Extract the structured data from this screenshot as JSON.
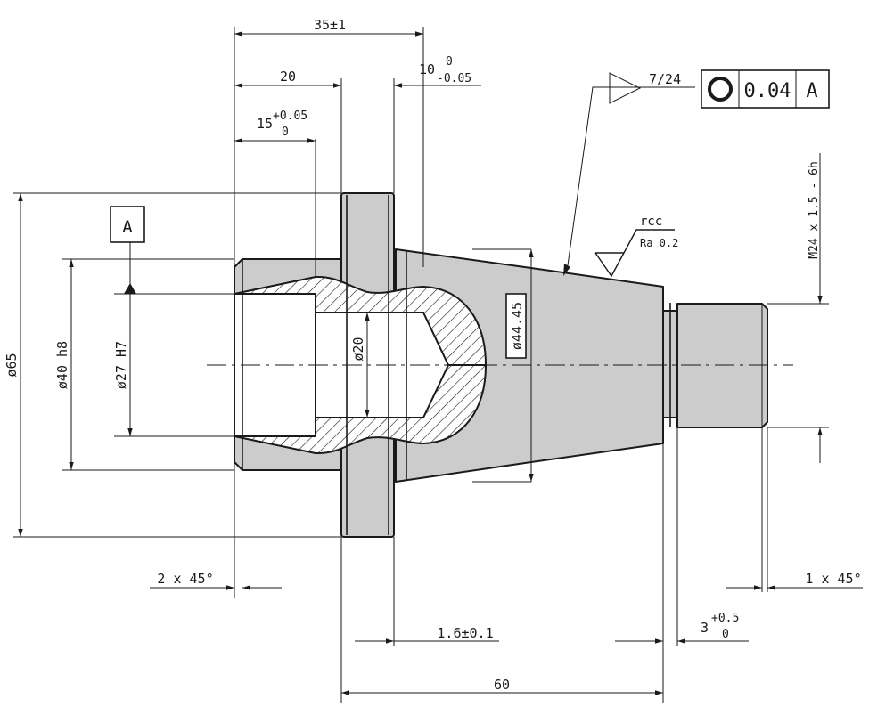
{
  "dimensions": {
    "overall_35": "35±1",
    "len_20": "20",
    "tol_10_nominal": "10",
    "tol_10_upper": "0",
    "tol_10_lower": "-0.05",
    "tol_15_nominal": "15",
    "tol_15_upper": "+0.05",
    "tol_15_lower": "0",
    "dia_65": "ø65",
    "dia_40": "ø40 h8",
    "dia_27": "ø27 H7",
    "dia_20": "ø20",
    "dia_44": "ø44.45",
    "thread": "M24 x 1.5 - 6h",
    "chamfer_left": "2 x 45°",
    "chamfer_right": "1 x 45°",
    "flange_thk": "1.6±0.1",
    "tol_3_nominal": "3",
    "tol_3_upper": "+0.5",
    "tol_3_lower": "0",
    "len_60": "60"
  },
  "datum": {
    "letter": "A"
  },
  "taper": {
    "ratio": "7/24"
  },
  "tolerance_frame": {
    "value": "0.04",
    "datum": "A"
  },
  "surface": {
    "process": "rcc",
    "roughness": "Ra 0.2"
  }
}
